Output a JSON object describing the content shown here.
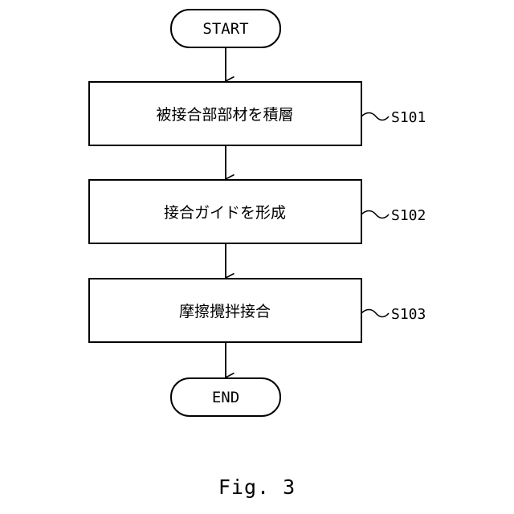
{
  "start": "START",
  "end": "END",
  "steps": [
    {
      "text": "被接合部部材を積層",
      "label": "S101"
    },
    {
      "text": "接合ガイドを形成",
      "label": "S102"
    },
    {
      "text": "摩擦攪拌接合",
      "label": "S103"
    }
  ],
  "caption": "Fig. 3"
}
